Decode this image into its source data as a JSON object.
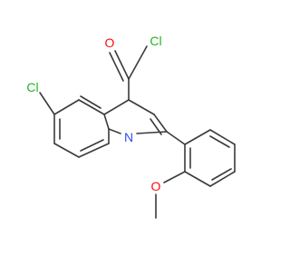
{
  "molecule": {
    "atom_labels": {
      "acyl_oxygen": "O",
      "acyl_chlorine": "Cl",
      "ring_chlorine": "Cl",
      "ring_nitrogen": "N",
      "methoxy_oxygen": "O"
    }
  },
  "colors": {
    "bond": "#3a3a3a",
    "oxygen": "#ff0d0d",
    "chlorine": "#1fb51f",
    "nitrogen": "#3050f8",
    "background": "#ffffff"
  }
}
